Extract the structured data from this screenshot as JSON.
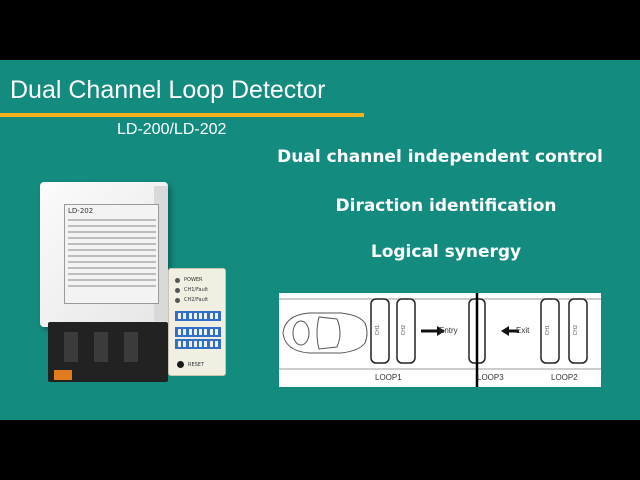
{
  "slide": {
    "title": "Dual Channel Loop Detector",
    "model": "LD-200/LD-202",
    "features": [
      "Dual channel independent control",
      "Diraction identification",
      "Logical synergy"
    ],
    "colors": {
      "background": "#138b7f",
      "accent": "#f2b21c",
      "text": "#ffffff"
    }
  },
  "device": {
    "label_title": "LD-202",
    "panel": {
      "leds": [
        "POWER",
        "CH1/Fault",
        "CH2/Fault"
      ],
      "reset_label": "RESET"
    }
  },
  "diagram": {
    "entry_label": "Entry",
    "exit_label": "Exit",
    "loop_labels": [
      "LOOP1",
      "LOOP3",
      "LOOP2"
    ],
    "channel_labels": [
      "CH1",
      "CH2",
      "CH1",
      "CH2"
    ]
  }
}
